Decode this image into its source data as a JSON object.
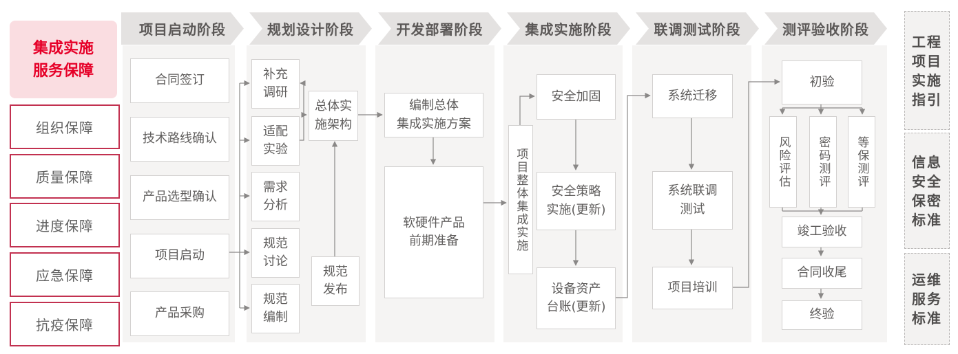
{
  "sidebar": {
    "header": "集成实施\n服务保障",
    "items": [
      "组织保障",
      "质量保障",
      "进度保障",
      "应急保障",
      "抗疫保障"
    ]
  },
  "phases": [
    {
      "label": "项目启动阶段",
      "boxes": [
        "合同签订",
        "技术路线确认",
        "产品选型确认",
        "项目启动",
        "产品采购"
      ]
    },
    {
      "label": "规划设计阶段",
      "boxes": [
        "补充\n调研",
        "适配\n实验",
        "需求\n分析",
        "规范\n讨论",
        "规范\n编制",
        "总体实\n施架构",
        "规范\n发布"
      ]
    },
    {
      "label": "开发部署阶段",
      "boxes": [
        "编制总体\n集成实施方案",
        "软硬件产品\n前期准备"
      ]
    },
    {
      "label": "集成实施阶段",
      "boxes": [
        "项目整体集成实施",
        "安全加固",
        "安全策略\n实施(更新)",
        "设备资产\n台账(更新)"
      ]
    },
    {
      "label": "联调测试阶段",
      "boxes": [
        "系统迁移",
        "系统联调\n测试",
        "项目培训"
      ]
    },
    {
      "label": "测评验收阶段",
      "boxes": [
        "初验",
        "风险评估",
        "密码测评",
        "等保测评",
        "竣工验收",
        "合同收尾",
        "终验"
      ]
    }
  ],
  "standards": [
    "工程\n项目\n实施\n指引",
    "信息\n安全\n保密\n标准",
    "运维\n服务\n标准"
  ],
  "colors": {
    "accent_red": "#e60028",
    "pink_bg": "#fadde1",
    "red_border": "#c23150",
    "band_bg": "#e4e2e1",
    "column_bg": "#f5f4f3",
    "box_border": "#d3d1d0",
    "box_text": "#5f5d5c",
    "connector": "#8a8887"
  }
}
